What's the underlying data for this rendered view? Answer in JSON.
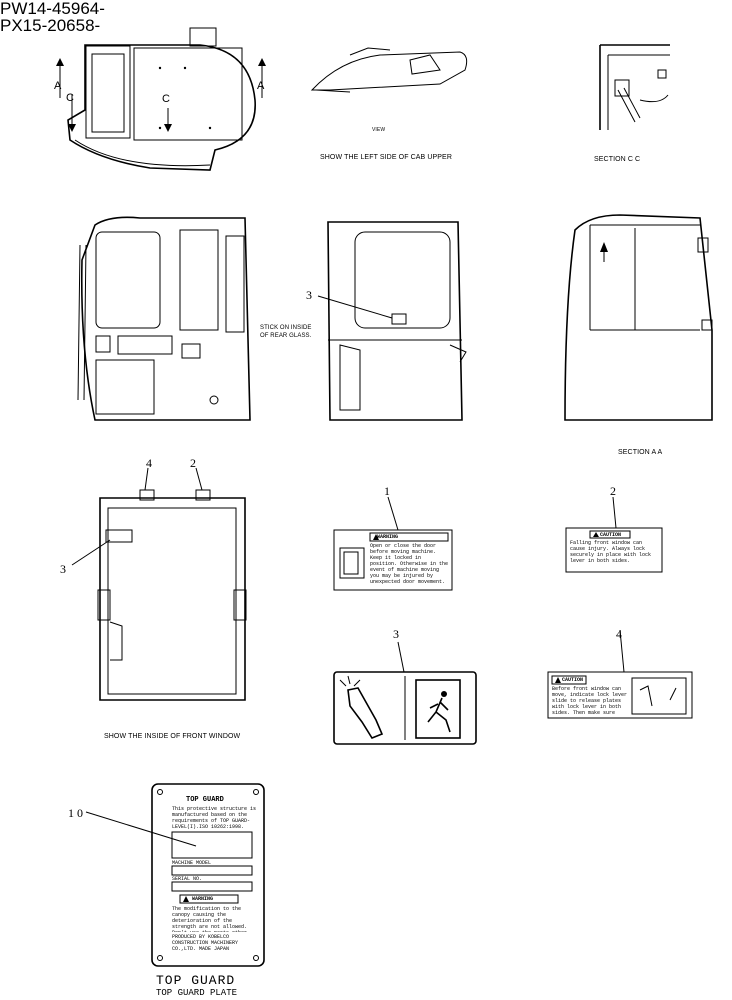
{
  "header": {
    "line1": "PW14-45964-",
    "line2": "PX15-20658-"
  },
  "section_marks": {
    "a": "A",
    "c": "C"
  },
  "captions": {
    "view": "VIEW",
    "left_side": "SHOW THE LEFT SIDE OF CAB UPPER",
    "section_cc": "SECTION C C",
    "stick_rear_1": "STICK ON INSIDE",
    "stick_rear_2": "OF REAR GLASS.",
    "section_aa": "SECTION A A",
    "front_window": "SHOW THE INSIDE OF FRONT WINDOW",
    "top_guard_title": "TOP GUARD",
    "top_guard_sub": "TOP GUARD PLATE"
  },
  "callouts": {
    "c1": "1",
    "c2": "2",
    "c3": "3",
    "c4": "4",
    "c10": "1 0"
  },
  "decal_warning": {
    "header": "WARNING",
    "text": "Open or close the door before moving machine. Keep it locked in position. Otherwise in the event of machine moving you may be injured by unexpected door movement."
  },
  "decal_caution_window": {
    "header": "CAUTION",
    "text": "Falling front window can cause injury. Always lock securely in place with lock lever in both sides."
  },
  "decal_caution_lever": {
    "header": "CAUTION",
    "text": "Before front window can move, indicate lock lever slide to release plates with lock lever in both sides. Then make sure front window slot."
  },
  "top_guard_plate": {
    "title": "TOP GUARD",
    "text": "This protective structure is manufactured based on the requirements of TOP GUARD-LEVEL(I).ISO 10262:1998.",
    "model_label": "MACHINE MODEL",
    "serial_label": "SERIAL NO.",
    "warning_header": "WARNING",
    "warning_text": "The modification to the canopy causing the deterioration of the strength are not allowed. Don't use the parts other than the specified parts.",
    "maker": "PRODUCED BY KOBELCO CONSTRUCTION MACHINERY CO.,LTD. MADE JAPAN"
  }
}
